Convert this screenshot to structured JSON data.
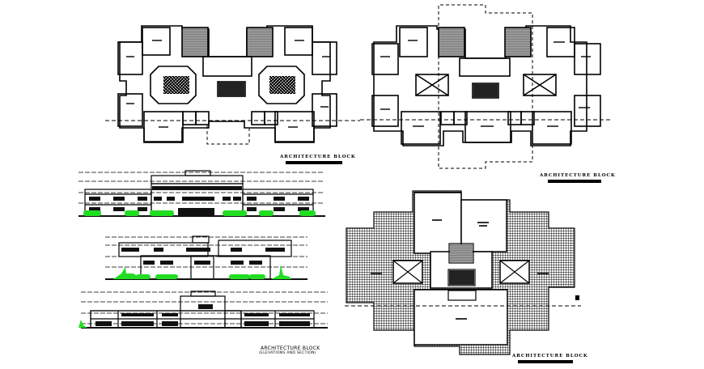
{
  "drawing_sheet": {
    "background": "#ffffff",
    "line_color": "#000000",
    "landscape_color": "#22dd22",
    "hatch_fill": "#777777"
  },
  "plans": [
    {
      "id": "ground-floor-plan",
      "caption": "ARCHITECTURE BLOCK"
    },
    {
      "id": "first-floor-plan",
      "caption": "ARCHITECTURE BLOCK"
    },
    {
      "id": "roof-plan",
      "caption": "ARCHITECTURE BLOCK"
    }
  ],
  "elevations": {
    "caption": "ARCHITECTURE BLOCK",
    "subcaption": "(ELEVATIONS AND SECTION)",
    "views": [
      {
        "id": "front-elevation"
      },
      {
        "id": "side-elevation"
      },
      {
        "id": "section"
      }
    ]
  }
}
